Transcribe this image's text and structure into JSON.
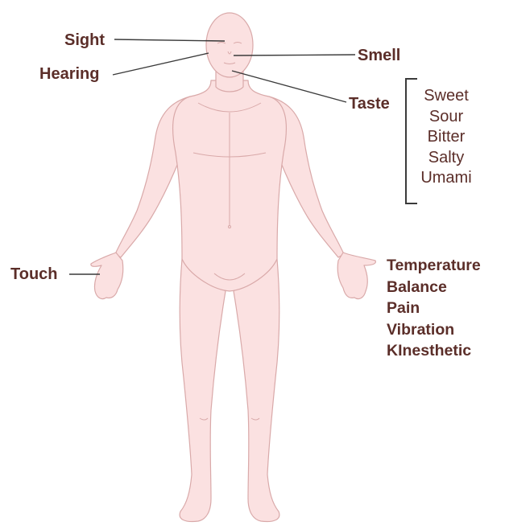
{
  "labels": {
    "sight": "Sight",
    "hearing": "Hearing",
    "smell": "Smell",
    "taste": "Taste",
    "touch": "Touch"
  },
  "taste_items": [
    "Sweet",
    "Sour",
    "Bitter",
    "Salty",
    "Umami"
  ],
  "touch_items": [
    "Temperature",
    "Balance",
    "Pain",
    "Vibration",
    "KInesthetic"
  ],
  "colors": {
    "text": "#5b2e29",
    "skin_fill": "#fbe1e1",
    "skin_stroke": "#d9a9a9",
    "leader_line": "#3a3a3a"
  }
}
